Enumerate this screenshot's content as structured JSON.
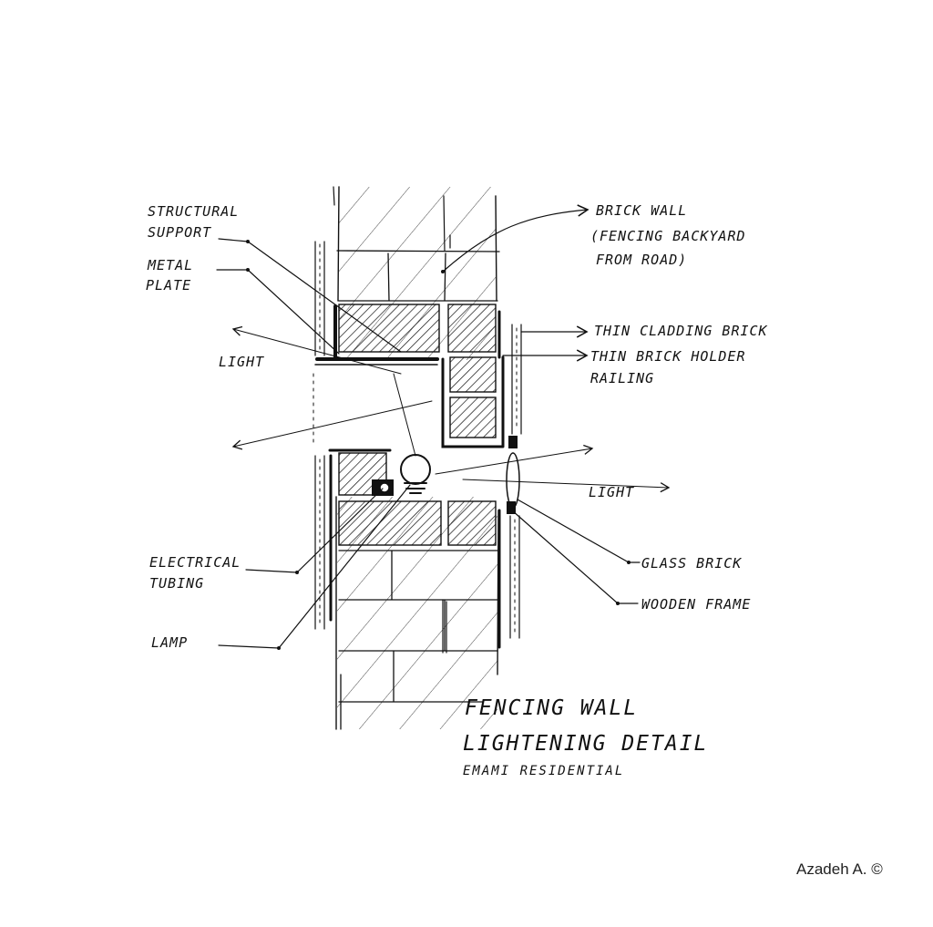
{
  "labels": {
    "structural_support": [
      "STRUCTURAL",
      "SUPPORT"
    ],
    "metal_plate": [
      "METAL",
      "PLATE"
    ],
    "light_left": "LIGHT",
    "electrical_tubing": [
      "ELECTRICAL",
      "TUBING"
    ],
    "lamp": "LAMP",
    "brick_wall": [
      "BRICK WALL",
      "(FENCING BACKYARD",
      "FROM ROAD)"
    ],
    "thin_cladding_brick": "THIN CLADDING BRICK",
    "thin_brick_holder_railing": [
      "THIN BRICK HOLDER",
      "RAILING"
    ],
    "light_right": "LIGHT",
    "glass_brick": "GLASS BRICK",
    "wooden_frame": "WOODEN FRAME"
  },
  "title": {
    "line1": "FENCING WALL",
    "line2": "LIGHTENING DETAIL",
    "line3": "EMAMI RESIDENTIAL"
  },
  "credit": "Azadeh A. ©"
}
